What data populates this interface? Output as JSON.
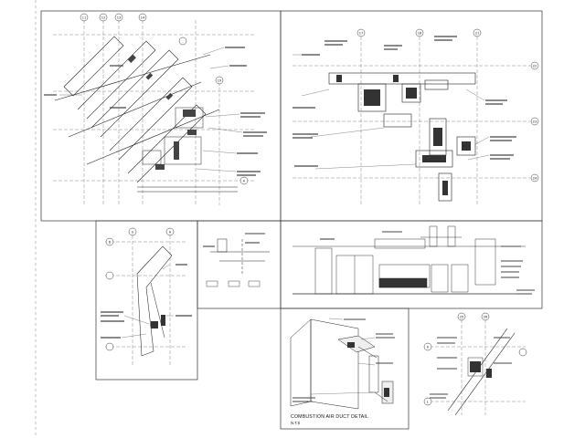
{
  "sheet": {
    "background": "#ffffff",
    "line_color": "#111111",
    "detail_title": "COMBUSTION AIR DUCT DETAIL",
    "detail_scale": "N.T.S",
    "grid_bubbles": [
      "11",
      "12",
      "13",
      "14",
      "19",
      "A",
      "D",
      "G",
      "H",
      "17",
      "18",
      "21",
      "22",
      "23",
      "24",
      "K",
      "L",
      "25",
      "26"
    ]
  }
}
